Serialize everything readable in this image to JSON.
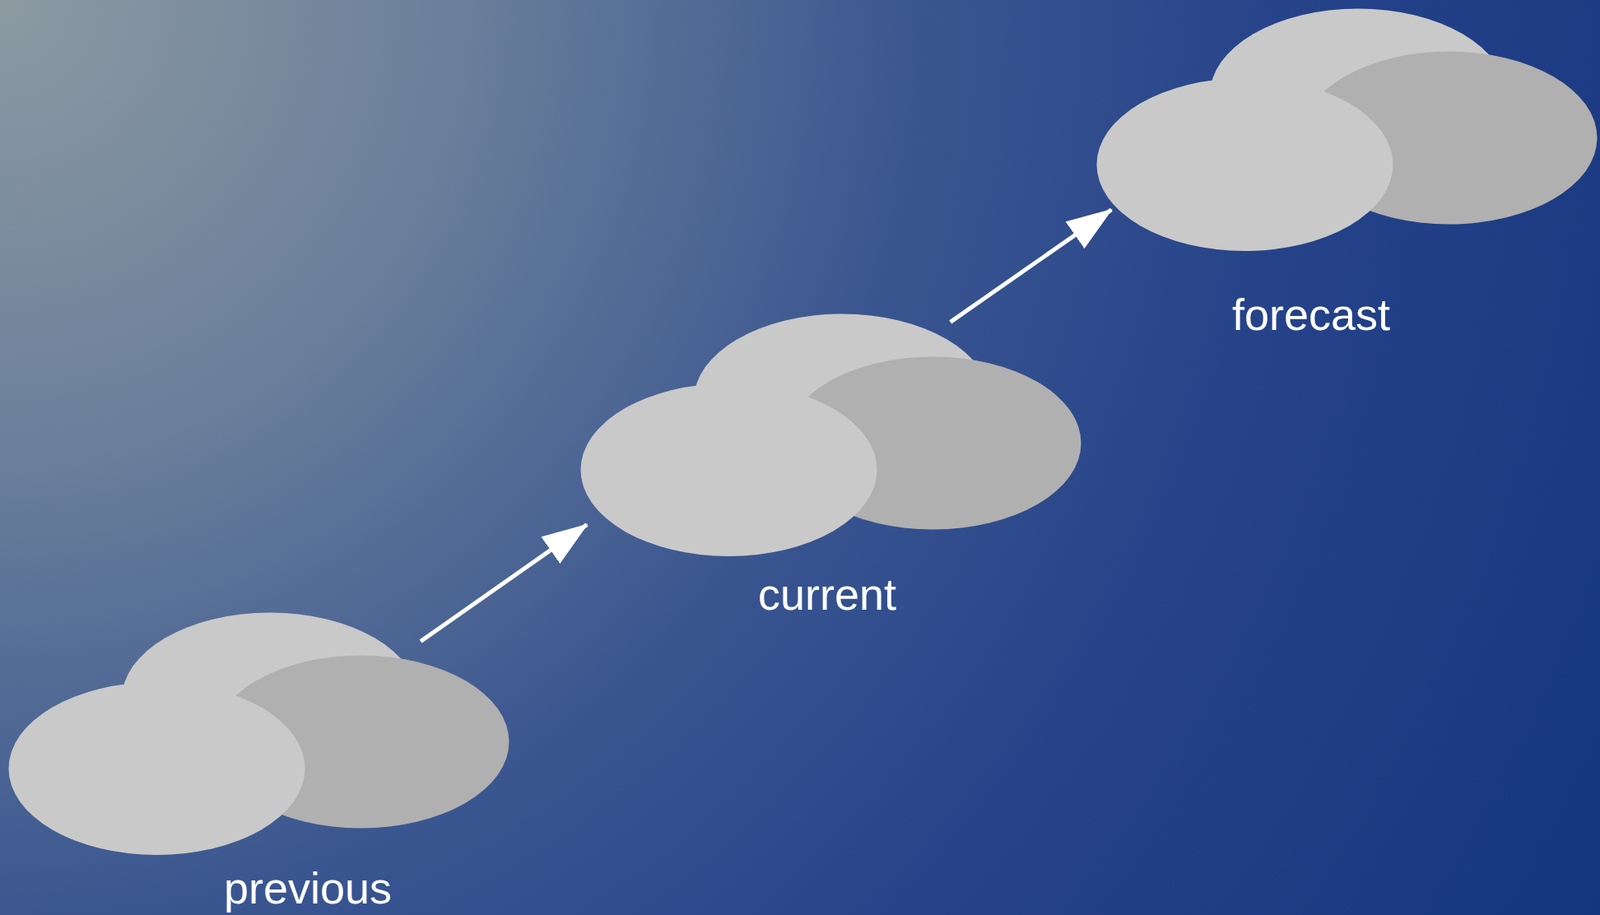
{
  "diagram": {
    "nodes": [
      {
        "text": [
          "previous"
        ]
      },
      {
        "text": [
          "current"
        ]
      },
      {
        "text": [
          "forecast"
        ]
      }
    ],
    "edges": [
      {
        "from": 0,
        "to": 1,
        "arrow": "to"
      },
      {
        "from": 1,
        "to": 2,
        "arrow": "to"
      }
    ]
  }
}
